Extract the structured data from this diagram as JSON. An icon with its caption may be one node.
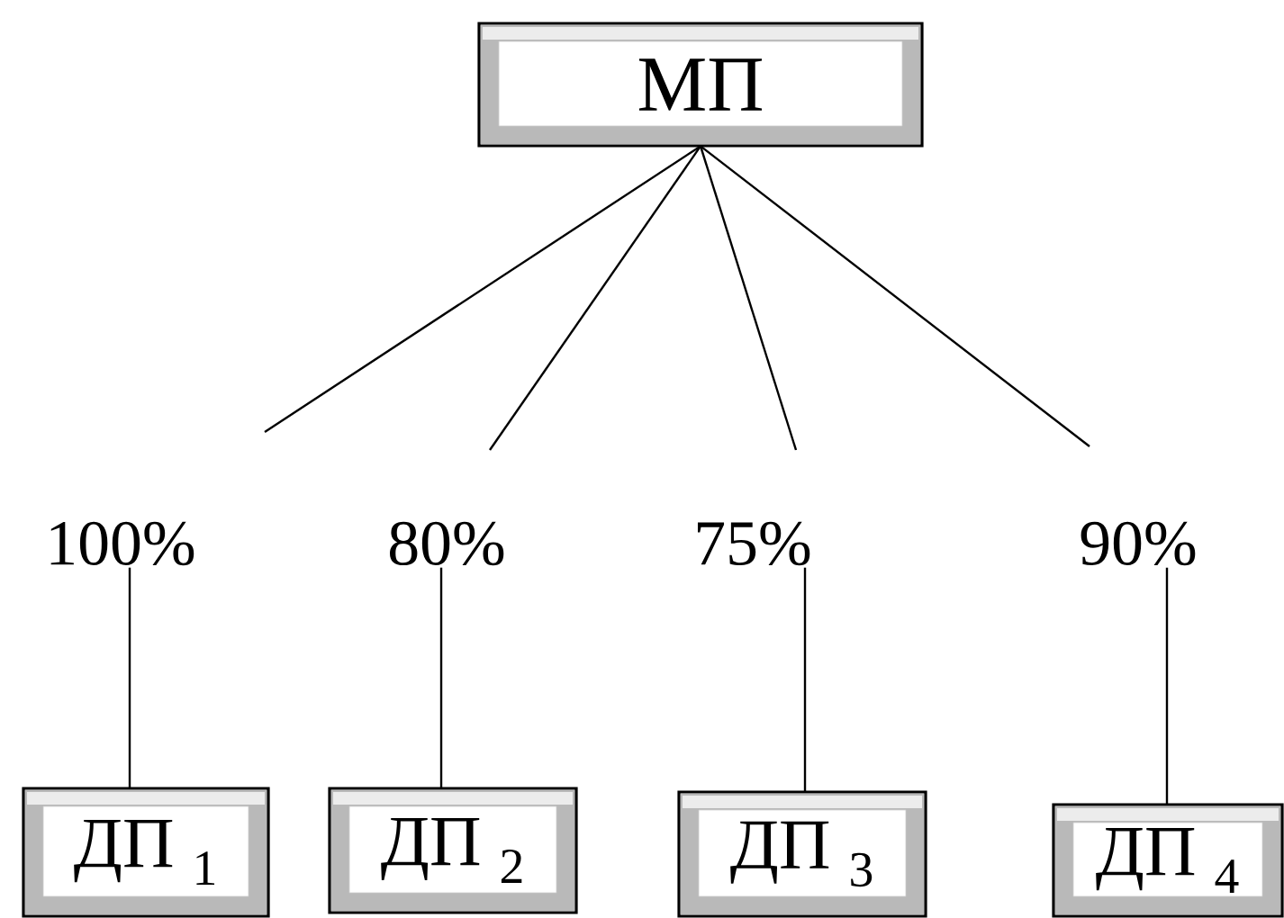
{
  "diagram": {
    "nodes": [
      {
        "text": [
          "МП"
        ]
      },
      {
        "text": [
          "100%"
        ]
      },
      {
        "text": [
          "80%"
        ]
      },
      {
        "text": [
          "75%"
        ]
      },
      {
        "text": [
          "90%"
        ]
      },
      {
        "text": [
          "ДП $_{1}$"
        ]
      },
      {
        "text": [
          "ДП $_{2}$"
        ]
      },
      {
        "text": [
          "ДП $_{3}$"
        ]
      },
      {
        "text": [
          "ДП $_{4}$"
        ]
      }
    ],
    "edges": [
      {
        "from": 0,
        "to": 1,
        "arrow": "none"
      },
      {
        "from": 0,
        "to": 2,
        "arrow": "none"
      },
      {
        "from": 0,
        "to": 3,
        "arrow": "none"
      },
      {
        "from": 0,
        "to": 4,
        "arrow": "none"
      },
      {
        "from": 1,
        "to": 5,
        "arrow": "none"
      },
      {
        "from": 2,
        "to": 6,
        "arrow": "none"
      },
      {
        "from": 3,
        "to": 7,
        "arrow": "none"
      },
      {
        "from": 4,
        "to": 8,
        "arrow": "none"
      }
    ]
  }
}
